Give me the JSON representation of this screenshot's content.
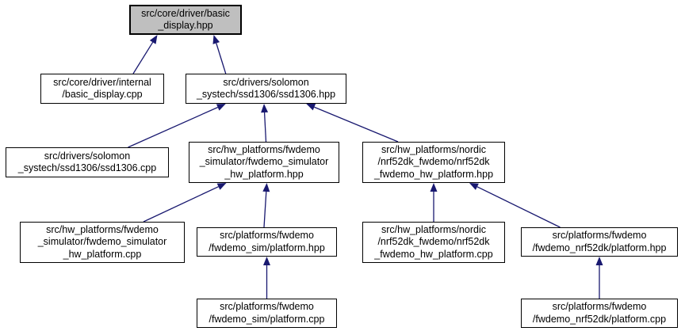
{
  "diagram": {
    "type": "include-dependency-graph",
    "colors": {
      "arrow": "#191970",
      "border": "#000000",
      "node_fill": "#ffffff",
      "highlight_fill": "#bfbfbf",
      "background": "#ffffff",
      "text": "#000000"
    },
    "nodes": [
      {
        "id": "basic_display_hpp",
        "label": "src/core/driver/basic\n_display.hpp",
        "highlighted": true
      },
      {
        "id": "basic_display_cpp",
        "label": "src/core/driver/internal\n/basic_display.cpp",
        "highlighted": false
      },
      {
        "id": "ssd1306_hpp",
        "label": "src/drivers/solomon\n_systech/ssd1306/ssd1306.hpp",
        "highlighted": false
      },
      {
        "id": "ssd1306_cpp",
        "label": "src/drivers/solomon\n_systech/ssd1306/ssd1306.cpp",
        "highlighted": false
      },
      {
        "id": "fwdemo_sim_hw_hpp",
        "label": "src/hw_platforms/fwdemo\n_simulator/fwdemo_simulator\n_hw_platform.hpp",
        "highlighted": false
      },
      {
        "id": "nordic_hw_hpp",
        "label": "src/hw_platforms/nordic\n/nrf52dk_fwdemo/nrf52dk\n_fwdemo_hw_platform.hpp",
        "highlighted": false
      },
      {
        "id": "fwdemo_sim_hw_cpp",
        "label": "src/hw_platforms/fwdemo\n_simulator/fwdemo_simulator\n_hw_platform.cpp",
        "highlighted": false
      },
      {
        "id": "platform_sim_hpp",
        "label": "src/platforms/fwdemo\n/fwdemo_sim/platform.hpp",
        "highlighted": false
      },
      {
        "id": "nordic_hw_cpp",
        "label": "src/hw_platforms/nordic\n/nrf52dk_fwdemo/nrf52dk\n_fwdemo_hw_platform.cpp",
        "highlighted": false
      },
      {
        "id": "platform_nrf_hpp",
        "label": "src/platforms/fwdemo\n/fwdemo_nrf52dk/platform.hpp",
        "highlighted": false
      },
      {
        "id": "platform_sim_cpp",
        "label": "src/platforms/fwdemo\n/fwdemo_sim/platform.cpp",
        "highlighted": false
      },
      {
        "id": "platform_nrf_cpp",
        "label": "src/platforms/fwdemo\n/fwdemo_nrf52dk/platform.cpp",
        "highlighted": false
      }
    ],
    "edges": [
      {
        "from": "basic_display_cpp",
        "to": "basic_display_hpp"
      },
      {
        "from": "ssd1306_hpp",
        "to": "basic_display_hpp"
      },
      {
        "from": "ssd1306_cpp",
        "to": "ssd1306_hpp"
      },
      {
        "from": "fwdemo_sim_hw_hpp",
        "to": "ssd1306_hpp"
      },
      {
        "from": "nordic_hw_hpp",
        "to": "ssd1306_hpp"
      },
      {
        "from": "fwdemo_sim_hw_cpp",
        "to": "fwdemo_sim_hw_hpp"
      },
      {
        "from": "platform_sim_hpp",
        "to": "fwdemo_sim_hw_hpp"
      },
      {
        "from": "nordic_hw_cpp",
        "to": "nordic_hw_hpp"
      },
      {
        "from": "platform_nrf_hpp",
        "to": "nordic_hw_hpp"
      },
      {
        "from": "platform_sim_cpp",
        "to": "platform_sim_hpp"
      },
      {
        "from": "platform_nrf_cpp",
        "to": "platform_nrf_hpp"
      }
    ]
  }
}
